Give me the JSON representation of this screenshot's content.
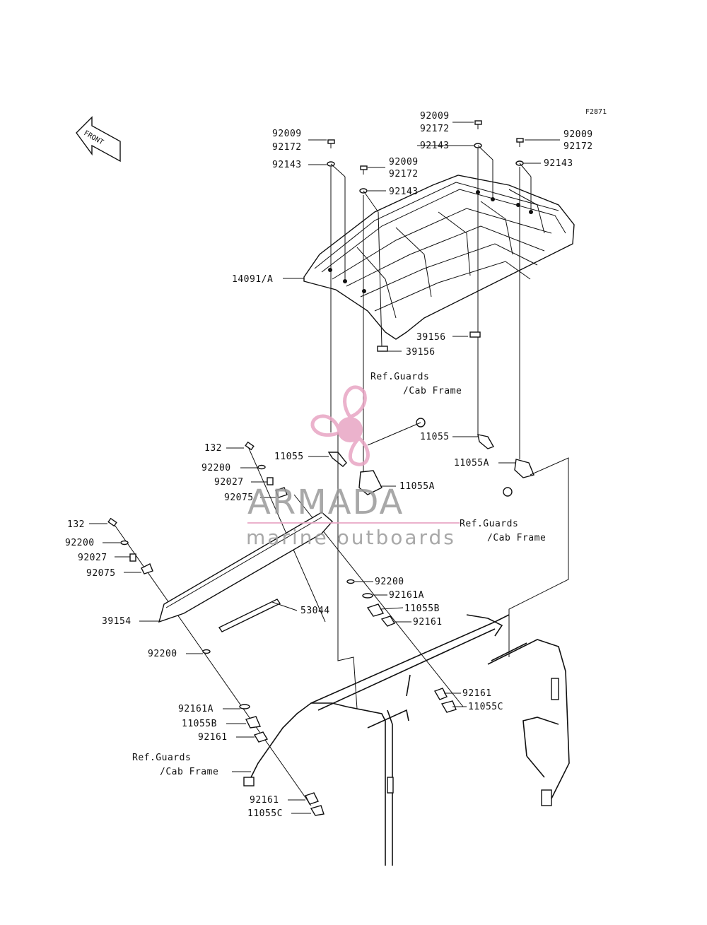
{
  "diagram_id": "F2871",
  "front_arrow_label": "FRONT",
  "watermark": {
    "brand": "ARMADA",
    "tagline": "marine outboards",
    "accent_color": "#e8a5c4",
    "text_color": "#9a9a9a"
  },
  "callouts": [
    "92009",
    "92172",
    "92143",
    "92009",
    "92172",
    "92143",
    "92009",
    "92172",
    "92143",
    "92009",
    "92172",
    "92143",
    "14091/A",
    "39156",
    "39156",
    "Ref.Guards",
    "/Cab Frame",
    "11055",
    "11055",
    "11055A",
    "11055A",
    "Ref.Guards",
    "/Cab Frame",
    "132",
    "92200",
    "92027",
    "92075",
    "132",
    "92200",
    "92027",
    "92075",
    "39154",
    "53044",
    "92200",
    "92161A",
    "11055B",
    "92161",
    "92200",
    "92161",
    "11055C",
    "92161A",
    "11055B",
    "92161",
    "Ref.Guards",
    "/Cab Frame",
    "92161",
    "11055C"
  ]
}
